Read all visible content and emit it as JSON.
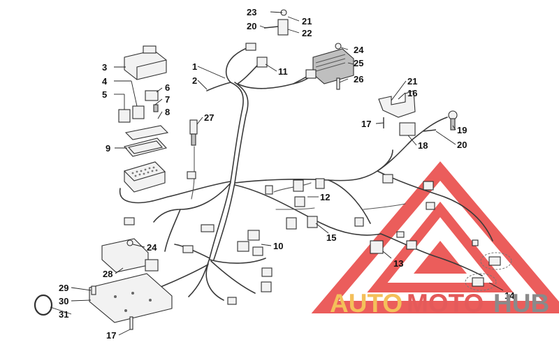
{
  "callouts": {
    "c1": "1",
    "c2": "2",
    "c3": "3",
    "c4": "4",
    "c5": "5",
    "c6": "6",
    "c7": "7",
    "c8": "8",
    "c9": "9",
    "c10": "10",
    "c11": "11",
    "c12": "12",
    "c13": "13",
    "c14": "14",
    "c15": "15",
    "c16": "16",
    "c17a": "17",
    "c17b": "17",
    "c18": "18",
    "c19": "19",
    "c20a": "20",
    "c20b": "20",
    "c21a": "21",
    "c21b": "21",
    "c22": "22",
    "c23": "23",
    "c24a": "24",
    "c24b": "24",
    "c25": "25",
    "c26": "26",
    "c27": "27",
    "c28": "28",
    "c29": "29",
    "c30": "30",
    "c31": "31"
  },
  "watermark": {
    "text_auto": "AUTO",
    "text_moto": "MOTO",
    "text_hub": "HUB",
    "color_auto": "#f4c05a",
    "color_moto": "#e45a5a",
    "color_hub": "#8a8a8a",
    "triangle_color": "#e8413f"
  }
}
